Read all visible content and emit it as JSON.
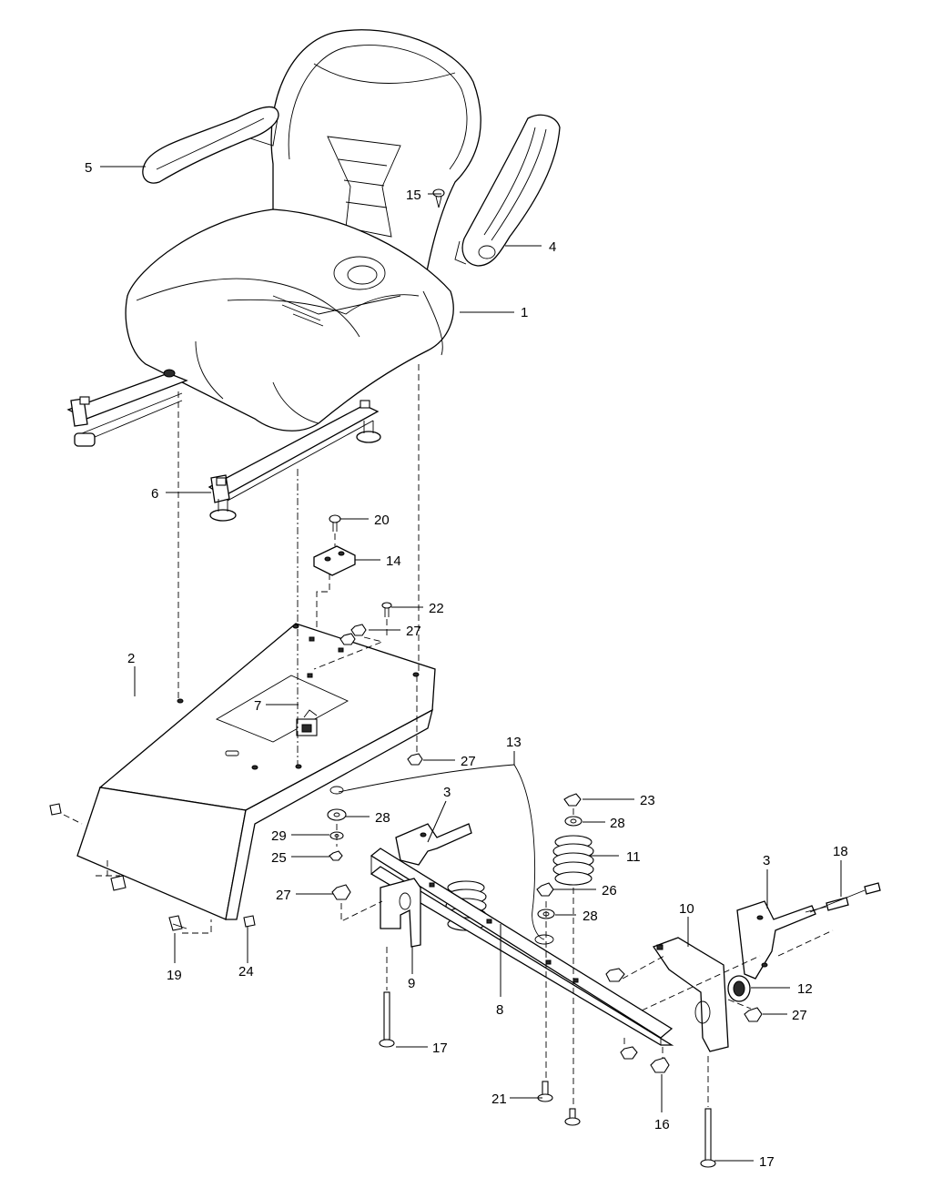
{
  "labels": {
    "p1": "1",
    "p2": "2",
    "p3a": "3",
    "p3b": "3",
    "p4": "4",
    "p5": "5",
    "p6": "6",
    "p7": "7",
    "p8": "8",
    "p9": "9",
    "p10": "10",
    "p11": "11",
    "p12": "12",
    "p13": "13",
    "p14": "14",
    "p15": "15",
    "p16": "16",
    "p17a": "17",
    "p17b": "17",
    "p18": "18",
    "p19": "19",
    "p20": "20",
    "p21": "21",
    "p22": "22",
    "p23": "23",
    "p24": "24",
    "p25": "25",
    "p26": "26",
    "p27a": "27",
    "p27b": "27",
    "p27c": "27",
    "p27d": "27",
    "p28a": "28",
    "p28b": "28",
    "p28c": "28",
    "p29": "29"
  }
}
